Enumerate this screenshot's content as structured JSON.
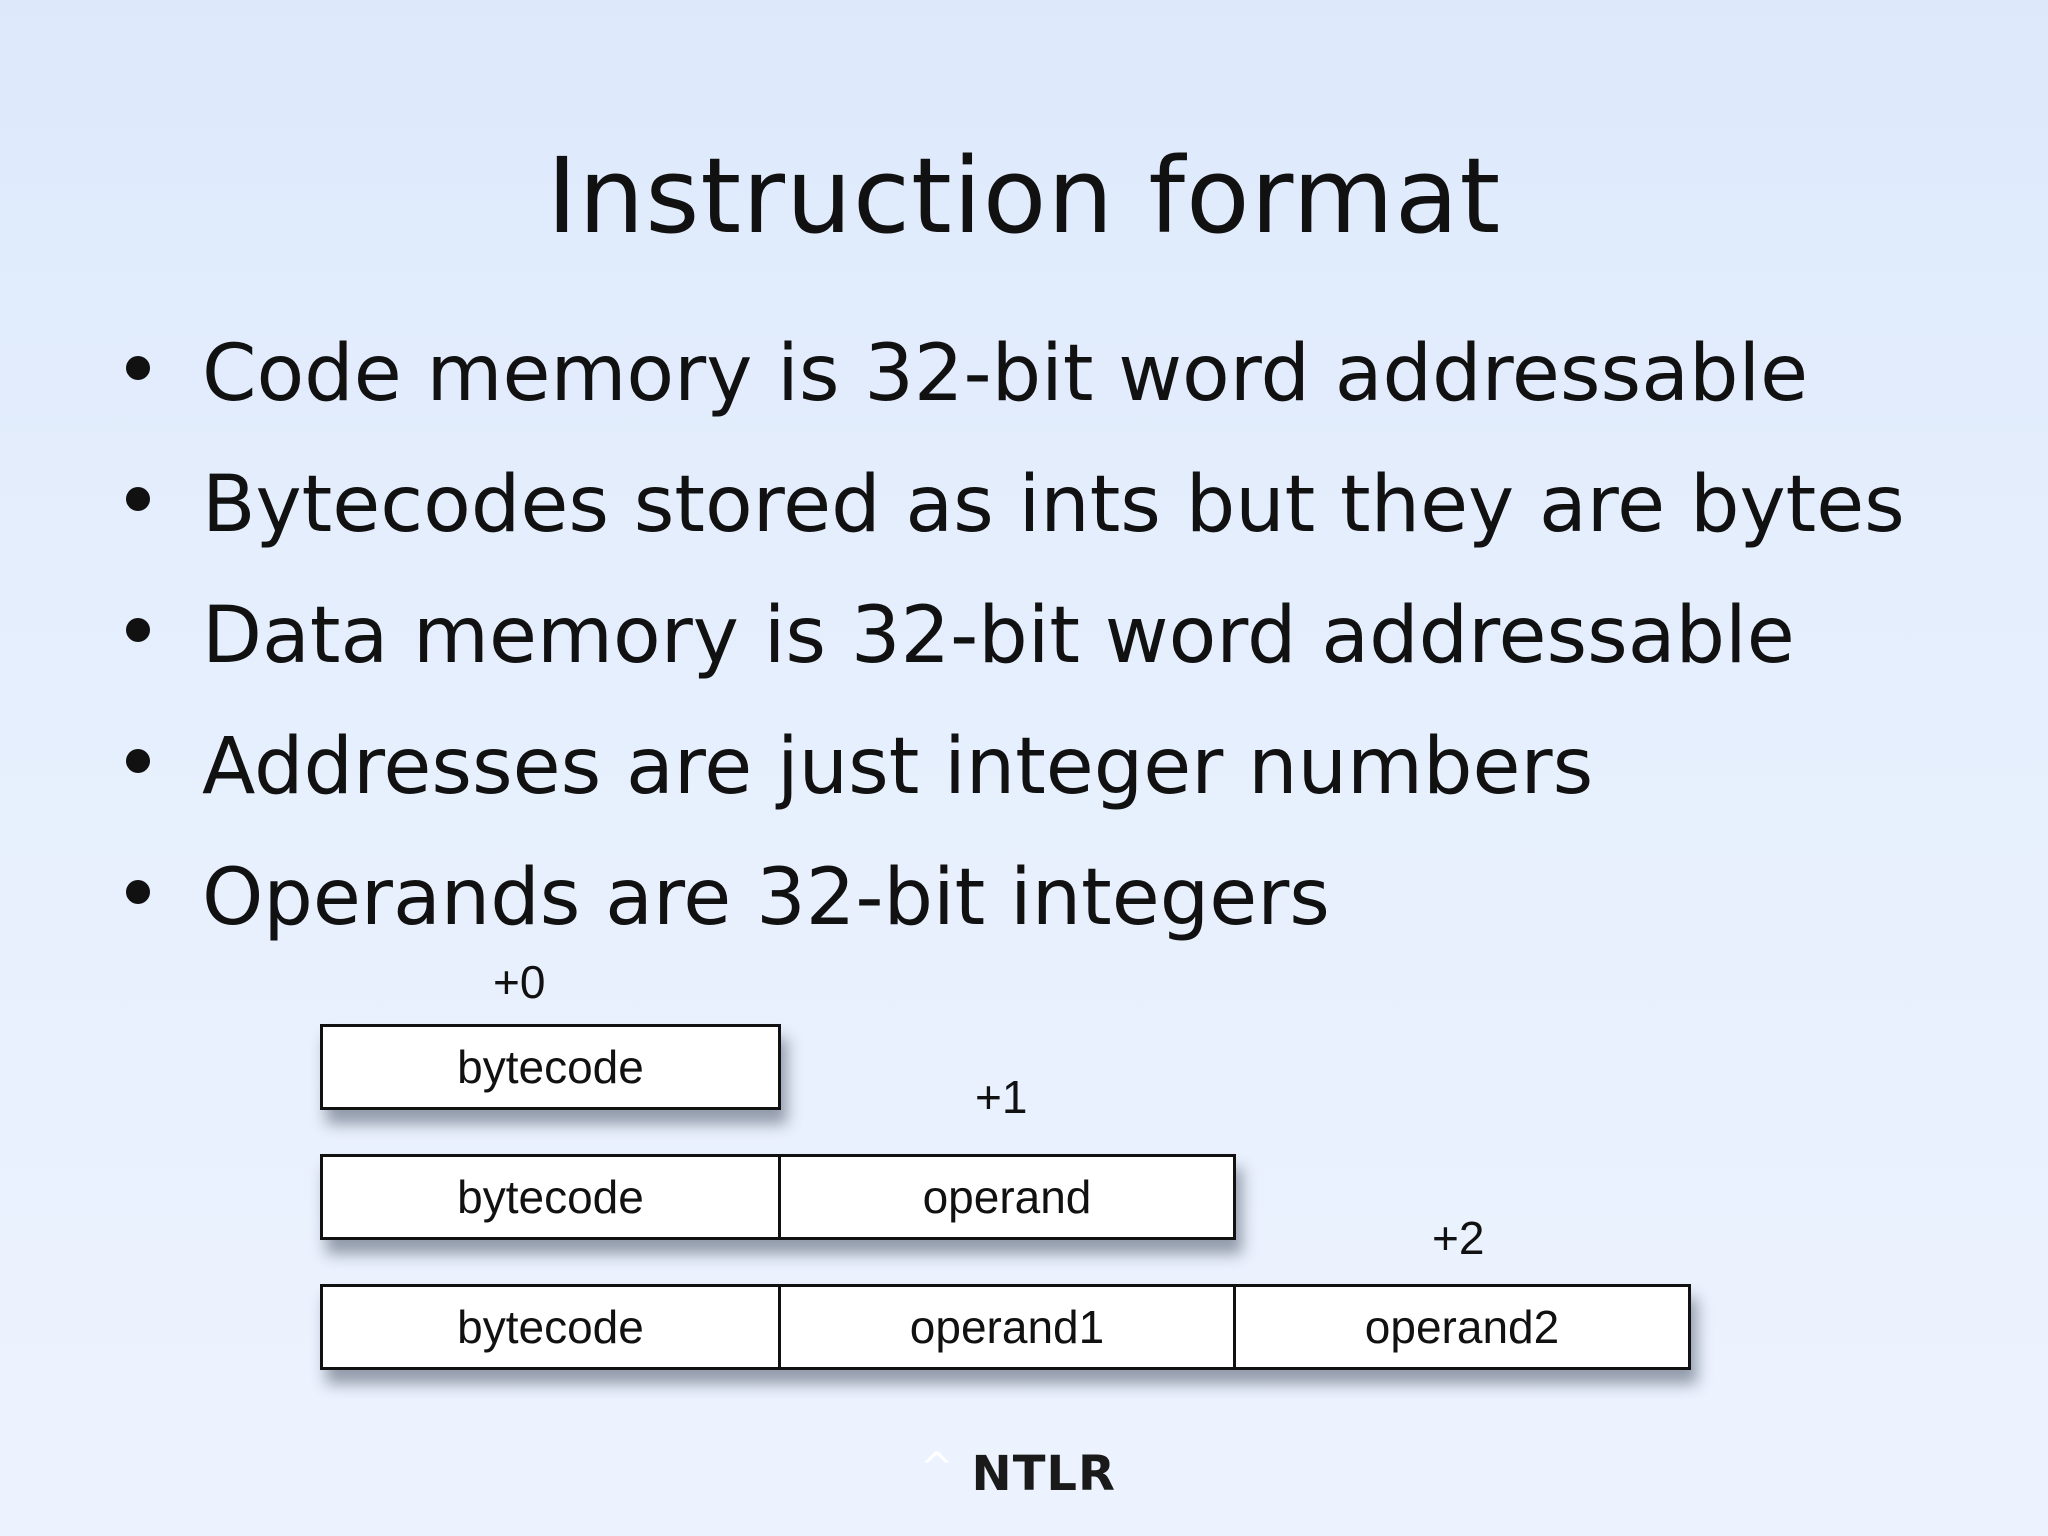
{
  "slide": {
    "title": "Instruction format",
    "bullets": [
      "Code memory is 32-bit word addressable",
      "Bytecodes stored as ints but they are bytes",
      "Data memory is 32-bit word addressable",
      "Addresses are just integer numbers",
      "Operands are 32-bit integers"
    ]
  },
  "diagram": {
    "offsets": [
      "+0",
      "+1",
      "+2"
    ],
    "rows": [
      [
        "bytecode"
      ],
      [
        "bytecode",
        "operand"
      ],
      [
        "bytecode",
        "operand1",
        "operand2"
      ]
    ]
  },
  "logo": {
    "caret": "^",
    "text": "NTLR"
  }
}
